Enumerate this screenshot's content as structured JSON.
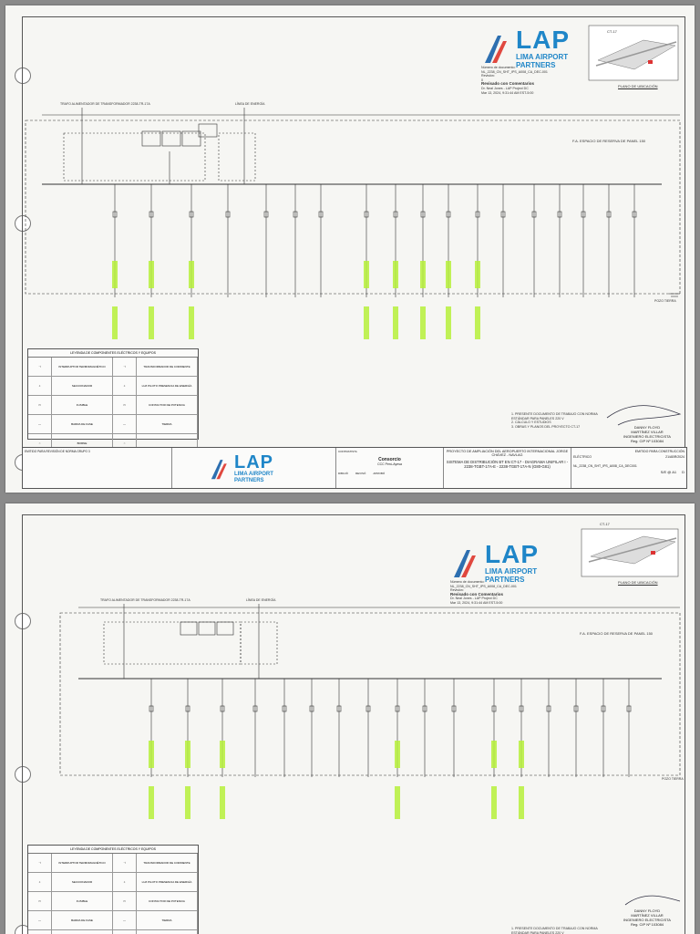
{
  "brand": {
    "logo_text": "LAP",
    "logo_line1": "LIMA AIRPORT",
    "logo_line2": "PARTNERS"
  },
  "review": {
    "doc_label": "Número de documento:",
    "doc_number": "NL_2238_CN_SHT_IPS_A008_CA_DEC-001",
    "revision_label": "Revisión:",
    "revision_value": "0",
    "status": "Revisado con Comentarios",
    "reviewer": "Dr. Neal Jones - LAP Project DC",
    "date": "Mar 13, 2024, 9:31:44 AM EST-5:00"
  },
  "location": {
    "plan_label": "PLANO DE UBICACIÓN",
    "ref_label": "CT-17"
  },
  "diagram": {
    "reserve_label": "F.A. ESPACIO DE RESERVA DE PANEL 150",
    "ground_label": "POZO TIERRA",
    "feeder_a": "TRAFO ALIMENTADOR DE TRANSFORMADOR 2238-TR-17A",
    "feeder_b": "LÍNEA DE ENERGÍA"
  },
  "legend": {
    "title": "LEYENDA DE COMPONENTES ELÉCTRICOS Y EQUIPOS",
    "rows": [
      [
        "INTERRUPTOR TERMOMAGNÉTICO",
        "TRANSFORMADOR DE CORRIENTE"
      ],
      [
        "SECCIONADOR",
        "LUZ PILOTO PRESENCIA DE ENERGÍA"
      ],
      [
        "FUSIBLE",
        "CONTACTOR DE POTENCIA"
      ],
      [
        "BARRA DE FASE",
        "TIERRA"
      ],
      [
        "BORNE",
        ""
      ]
    ]
  },
  "notes": [
    "1. PRESENTE DOCUMENTO DE TRABAJO CON NORMA ESTÁNDAR PARA PANELES 220 V",
    "2. CÁLCULO Y ESTUDIOS",
    "3. OBRAS Y PLANOS DEL PROYECTO CT-17"
  ],
  "signature": {
    "line1": "DANNY FLOYD",
    "line2": "MARTÍNEZ VILLAR",
    "line3": "INGENIERO ELECTRICISTA",
    "line4": "Reg. CIP Nº 103084"
  },
  "titleblock": {
    "client_label": "CONTRATISTA",
    "company": "Consorcio",
    "company_sub": "CCC Perú-Ayesa",
    "project_title": "PROYECTO DE AMPLIACIÓN DEL AEROPUERTO INTERNACIONAL JORGE CHÁVEZ - NAVLAG",
    "sheet_title": "SISTEMA DE DISTRIBUCIÓN BT EN CT-17 - DIAGRAMA UNIFILAR I - 2238-TGBT-17A-E - 2238-TGBT-17A-N (G80-G81)",
    "status": "EMITIDO PARA CONSTRUCCIÓN",
    "discipline": "ELÉCTRICO",
    "date": "21/ABR/2024",
    "plan_number": "NL_2238_CN_SHT_IPS_A008_CA_DEC001",
    "scale": "S/E @ A1",
    "revision": "D",
    "roles": [
      "DIBUJÓ",
      "REVISÓ",
      "APROBÓ"
    ],
    "rev_row": "EMITIDO PARA REVISIÓN DE NORMA GRUPO 3"
  },
  "sheet2_titleblock": {
    "status": "EMITIDO PARA CONSTRUCCIÓN"
  }
}
